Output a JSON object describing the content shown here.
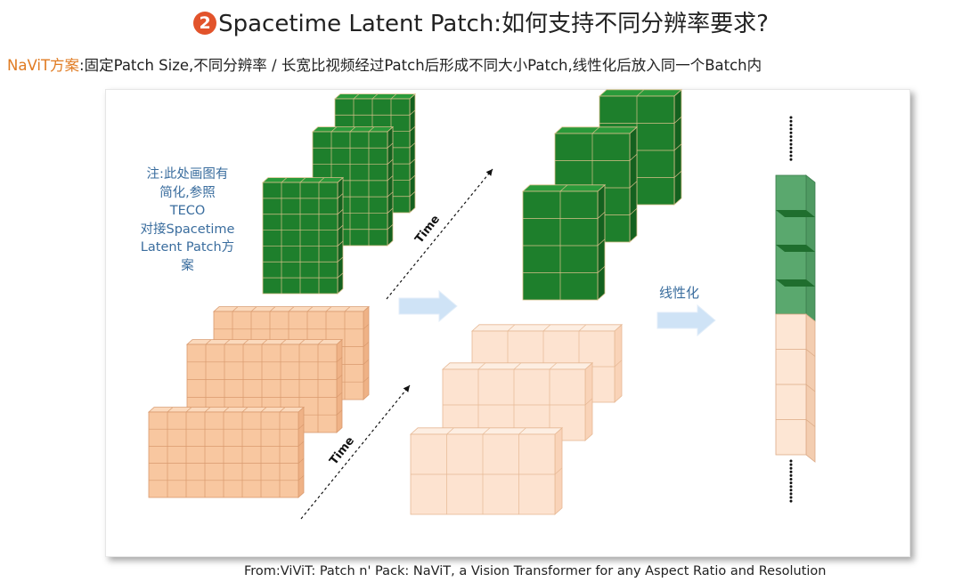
{
  "title": {
    "badge": "2",
    "text": "Spacetime Latent Patch:如何支持不同分辨率要求?"
  },
  "subtitle": {
    "highlight": "NaViT方案",
    "text": ":固定Patch Size,不同分辨率 / 长宽比视频经过Patch后形成不同大小Patch,线性化后放入同一个Batch内"
  },
  "note": {
    "lines": [
      "注:此处画图有",
      "简化,参照",
      "TECO",
      "对接Spacetime",
      "Latent Patch方",
      "案"
    ]
  },
  "diagram": {
    "time_label_top": "Time",
    "time_label_bottom": "Time",
    "linearize_label": "线性化"
  },
  "colors": {
    "green_front": "#1e7f2c",
    "green_top": "#2a9a3a",
    "green_side": "#14611f",
    "green_grid": "#d8c08a",
    "orange_front": "#f8c7a0",
    "orange_top": "#fbd9bc",
    "orange_side": "#efb286",
    "orange_grid": "#d99a6e",
    "pale_front": "#fde3d0",
    "pale_top": "#fdeee2",
    "pale_side": "#f9d3b8",
    "pale_grid": "#e6b894",
    "arrow": "#cfe3f6",
    "accent_badge": "#e2532b",
    "accent_text": "#e07b22",
    "note_text": "#3a6d9e"
  },
  "source": "From:ViViT: Patch n' Pack: NaViT, a Vision Transformer for any Aspect Ratio and Resolution"
}
